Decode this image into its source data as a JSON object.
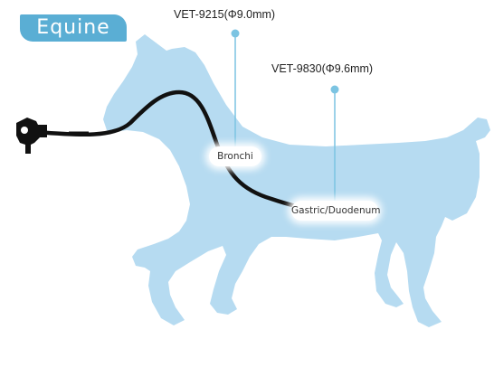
{
  "category_tab": {
    "label": "Equine"
  },
  "scopes": [
    {
      "model": "VET-9215(Φ9.0mm)"
    },
    {
      "model": "VET-9830(Φ9.6mm)"
    }
  ],
  "targets": [
    {
      "label": "Bronchi"
    },
    {
      "label": "Gastric/Duodenum"
    }
  ],
  "colors": {
    "horse": "#b6dbf1",
    "tab": "#5aaed4",
    "pin": "#7cc4e2",
    "endoscope": "#111111"
  },
  "icons": [
    "endoscope-handle-icon",
    "pin-icon"
  ]
}
